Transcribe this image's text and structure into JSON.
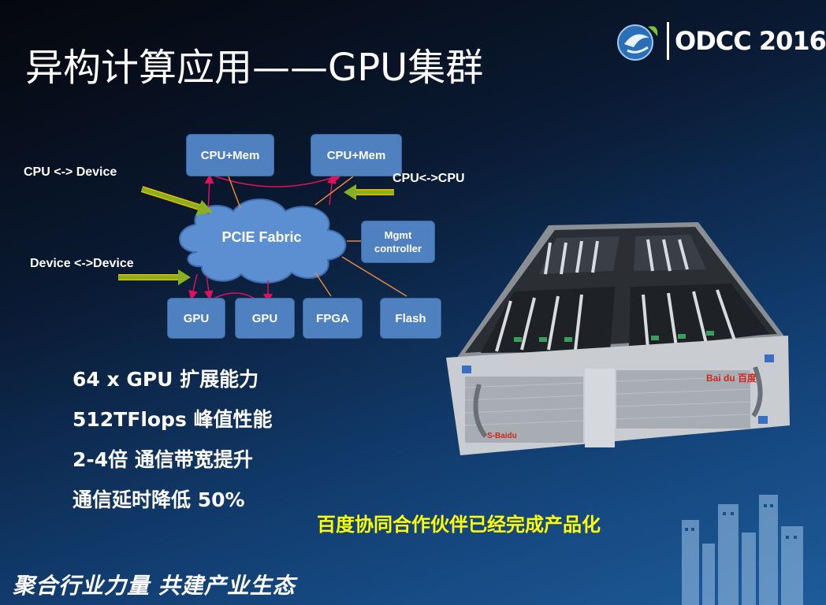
{
  "slide": {
    "title": "异构计算应用——GPU集群",
    "logo": {
      "text": "ODCC 2016",
      "emblem": "odcc-emblem-icon"
    },
    "diagram": {
      "nodes": {
        "cpu_mem_left": "CPU+Mem",
        "cpu_mem_right": "CPU+Mem",
        "pcie_fabric": "PCIE Fabric",
        "mgmt_controller": "Mgmt controller",
        "gpu_1": "GPU",
        "gpu_2": "GPU",
        "fpga": "FPGA",
        "flash": "Flash"
      },
      "labels": {
        "cpu_device": "CPU <-> Device",
        "cpu_cpu": "CPU<->CPU",
        "device_device": "Device <->Device"
      }
    },
    "bullets": [
      "64 x GPU 扩展能力",
      "512TFlops 峰值性能",
      "2-4倍  通信带宽提升",
      "通信延时降低  50%"
    ],
    "highlight": "百度协同合作伙伴已经完成产品化",
    "slogan": "聚合行业力量  共建产业生态",
    "server_photo": {
      "brand_text": "Bai du 百度"
    },
    "colors": {
      "node_fill": "#4f80c0",
      "arrow_red": "#e0105a",
      "arrow_orange": "#e8883a",
      "arrow_green": "#88b020",
      "highlight": "#ffff00"
    }
  }
}
